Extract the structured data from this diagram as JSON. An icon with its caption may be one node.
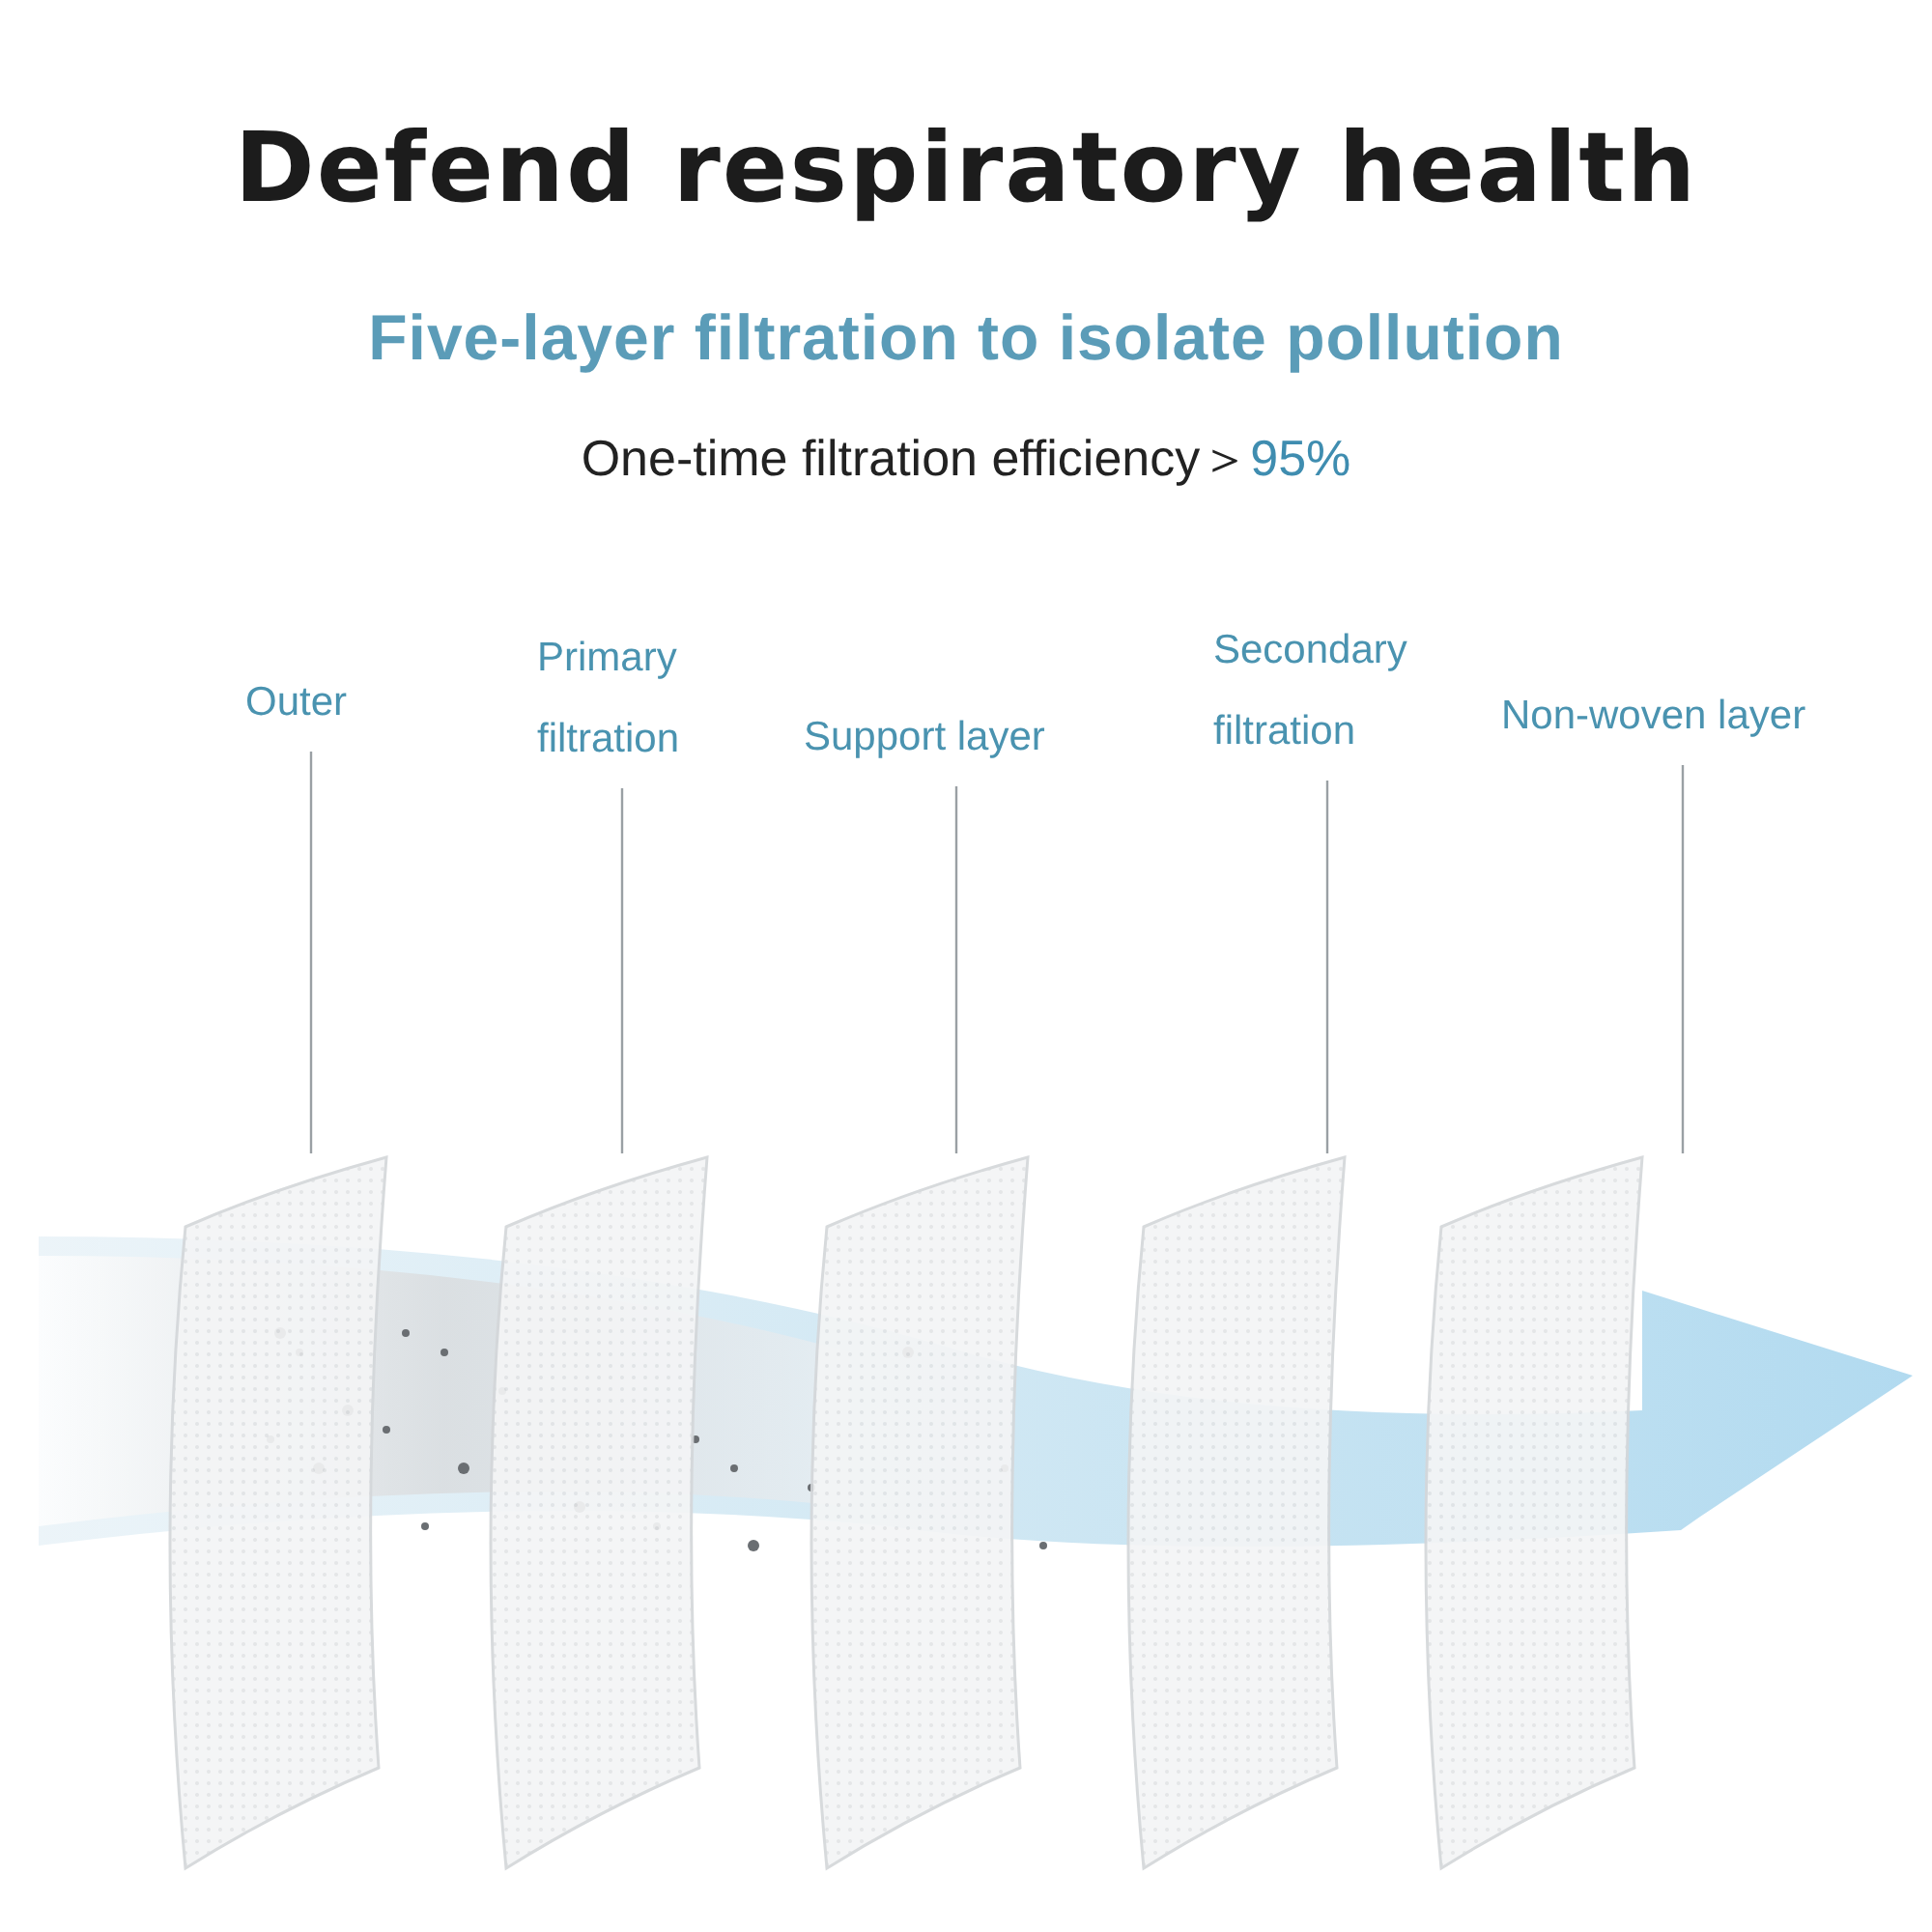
{
  "diagram": {
    "title": "Defend respiratory health",
    "nodes": [
      {
        "text": [
          "Outer"
        ]
      },
      {
        "text": [
          "Primary filtration"
        ]
      },
      {
        "text": [
          "Support layer"
        ]
      },
      {
        "text": [
          "Secondary filtration"
        ]
      },
      {
        "text": [
          "Non-woven layer"
        ]
      },
      {
        "text": [],
        "shape": "picture"
      },
      {
        "text": [],
        "shape": "picture"
      },
      {
        "text": [],
        "shape": "picture"
      },
      {
        "text": [],
        "shape": "picture"
      },
      {
        "text": [],
        "shape": "picture"
      }
    ],
    "edges": [
      {
        "from": 0,
        "to": 5,
        "arrow": "none"
      },
      {
        "from": 1,
        "to": 6,
        "arrow": "none"
      },
      {
        "from": 2,
        "to": 7,
        "arrow": "none"
      },
      {
        "from": 3,
        "to": 8,
        "arrow": "none"
      },
      {
        "from": 4,
        "to": 9,
        "arrow": "none"
      }
    ],
    "labels": [
      "Five-layer filtration to isolate pollution",
      "One-time filtration efficiency＞",
      "95%"
    ]
  }
}
